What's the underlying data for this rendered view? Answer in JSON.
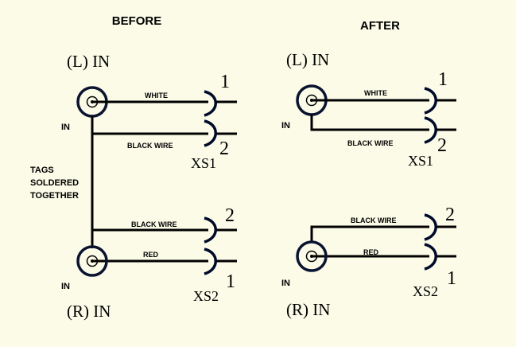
{
  "colors": {
    "background": "#fbfbe8",
    "wire": "#000000",
    "jack_ring": "#0a1430",
    "jack_fill": "#ffffff"
  },
  "before": {
    "heading": "BEFORE",
    "left_jack": {
      "title": "(L)  IN",
      "side_label": "IN"
    },
    "right_jack": {
      "title": "(R)  IN",
      "side_label": "IN"
    },
    "tags_note": [
      "TAGS",
      "SOLDERED",
      "TOGETHER"
    ],
    "xs1": {
      "name": "XS1",
      "pin1": "1",
      "pin2": "2",
      "wire1": "WHITE",
      "wire2": "BLACK WIRE"
    },
    "xs2": {
      "name": "XS2",
      "pin1": "1",
      "pin2": "2",
      "wire1": "RED",
      "wire2": "BLACK WIRE"
    }
  },
  "after": {
    "heading": "AFTER",
    "left_jack": {
      "title": "(L)  IN",
      "side_label": "IN"
    },
    "right_jack": {
      "title": "(R)  IN",
      "side_label": "IN"
    },
    "xs1": {
      "name": "XS1",
      "pin1": "1",
      "pin2": "2",
      "wire1": "WHITE",
      "wire2": "BLACK WIRE"
    },
    "xs2": {
      "name": "XS2",
      "pin1": "1",
      "pin2": "2",
      "wire1": "RED",
      "wire2": "BLACK WIRE"
    }
  }
}
